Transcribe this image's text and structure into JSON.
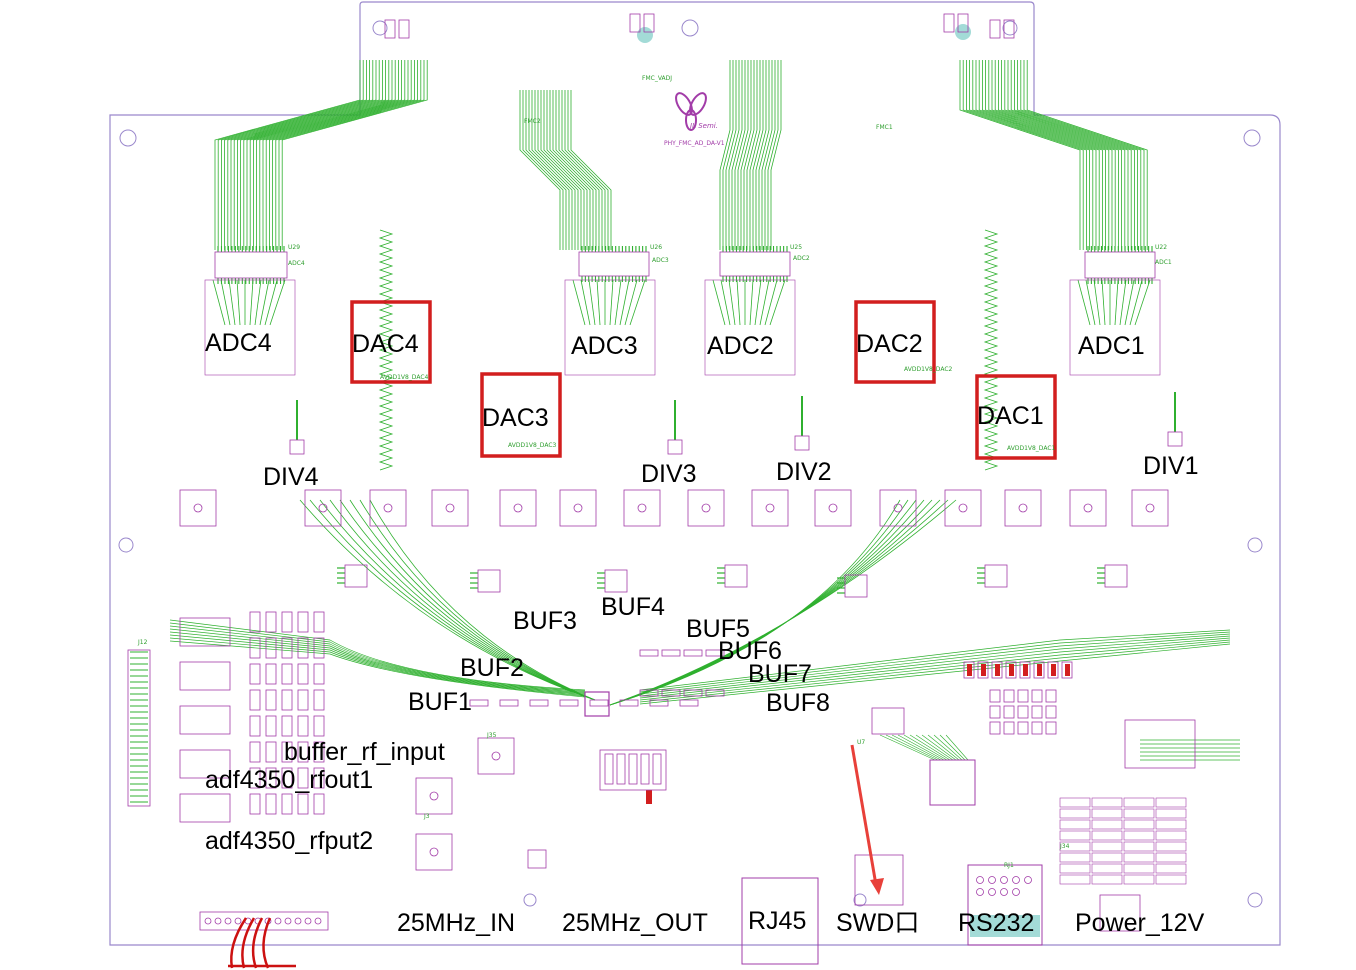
{
  "colors": {
    "outline": "#9a88cc",
    "trace": "#2fb02f",
    "pad": "#a23ca8",
    "highlight": "#d21e1e",
    "arrow": "#e8403a",
    "teal": "#48b8b0"
  },
  "blocks": {
    "adc": [
      "ADC4",
      "ADC3",
      "ADC2",
      "ADC1"
    ],
    "dac": [
      "DAC4",
      "DAC3",
      "DAC2",
      "DAC1"
    ],
    "div": [
      "DIV4",
      "DIV3",
      "DIV2",
      "DIV1"
    ],
    "buf": [
      "BUF1",
      "BUF2",
      "BUF3",
      "BUF4",
      "BUF5",
      "BUF6",
      "BUF7",
      "BUF8"
    ]
  },
  "signals": {
    "buffer_rf_input": "buffer_rf_input",
    "adf4350_rfout1": "adf4350_rfout1",
    "adf4350_rfput2": "adf4350_rfput2"
  },
  "connectors": {
    "clk_in": "25MHz_IN",
    "clk_out": "25MHz_OUT",
    "rj45": "RJ45",
    "swd": "SWD口",
    "rs232": "RS232",
    "power": "Power_12V"
  },
  "silk": {
    "fmc2": "FMC2",
    "fmc1": "FMC1",
    "u29": "U29",
    "u26": "U26",
    "u25": "U25",
    "u22": "U22",
    "adc4": "ADC4",
    "adc3": "ADC3",
    "adc2": "ADC2",
    "adc1": "ADC1",
    "j12": "J12",
    "j35": "J35",
    "rj1": "RJ1",
    "j3": "J3",
    "j34": "J34",
    "u7": "U7",
    "fmc_vadj": "FMC_VADJ",
    "brand": "JL Semi.",
    "board_name": "PHY_FMC_AD_DA-V1",
    "vdd_dac4": "AVDD1V8_DAC4",
    "vdd_dac3": "AVDD1V8_DAC3",
    "vdd_dac2": "AVDD1V8_DAC2",
    "vdd_dac1": "AVDD1V8_DAC1"
  }
}
